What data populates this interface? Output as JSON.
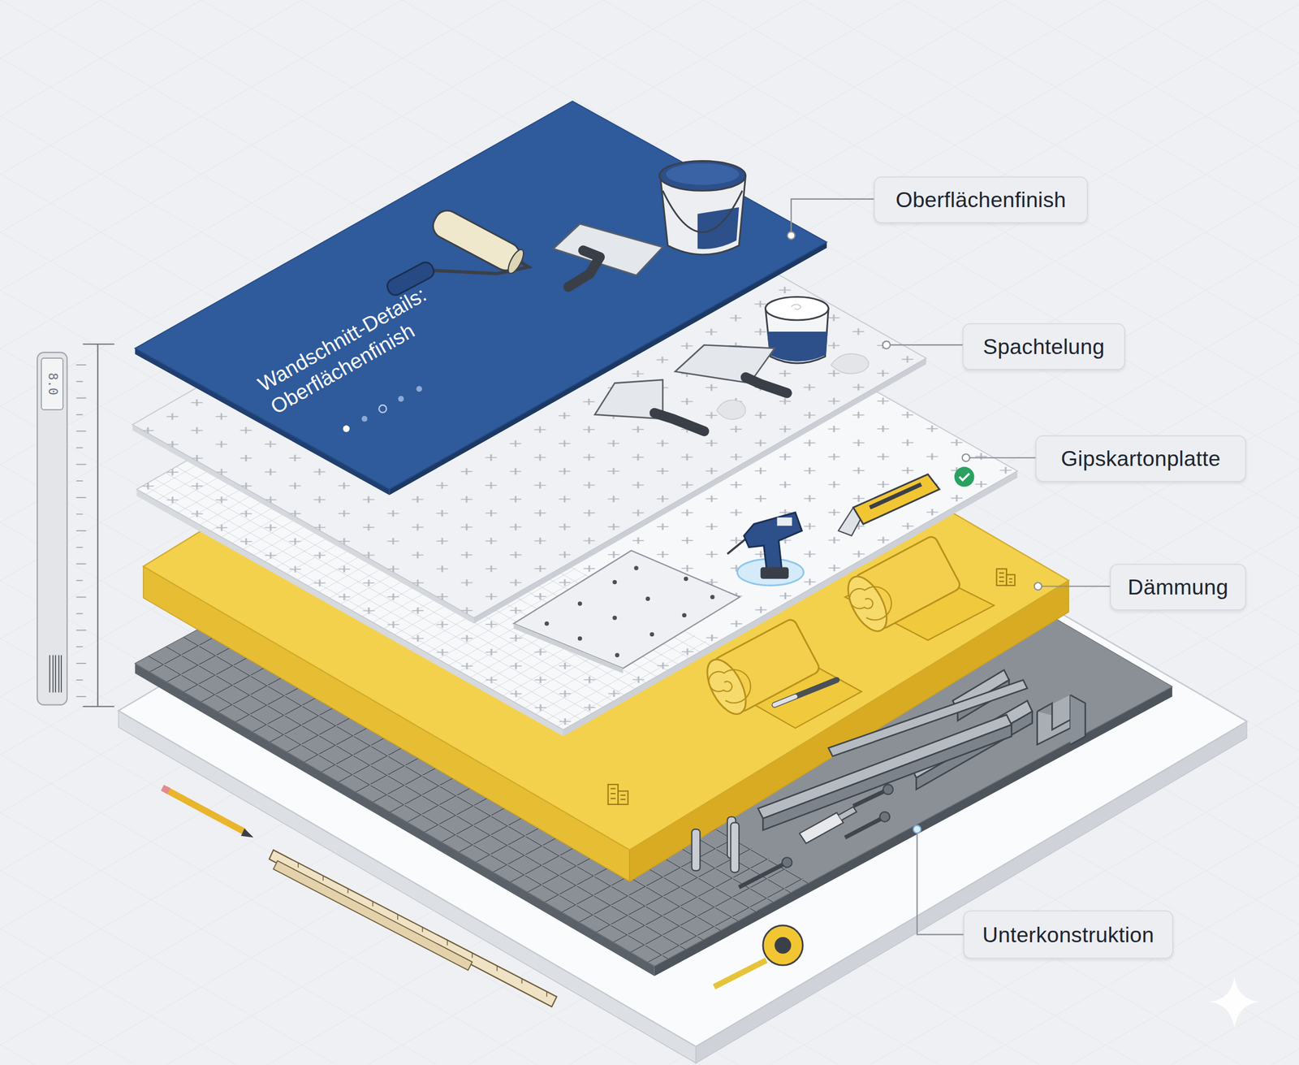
{
  "diagram": {
    "title": "Wandschnitt-Details: Oberflächenfinish",
    "nodes": [
      {
        "text": [
          "Oberflächenfinish"
        ]
      },
      {
        "text": [
          "Spachtelung"
        ]
      },
      {
        "text": [
          "Gipskartonplatte"
        ]
      },
      {
        "text": [
          "Dämmung"
        ]
      },
      {
        "text": [
          "Unterkonstruktion"
        ]
      }
    ],
    "labels": [
      "8.0"
    ]
  }
}
